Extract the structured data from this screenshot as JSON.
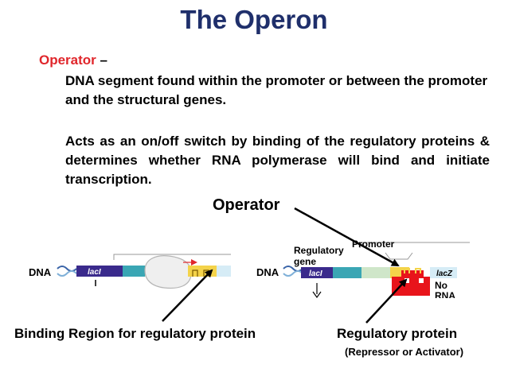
{
  "title": "The Operon",
  "definition": {
    "term": "Operator",
    "dash": " –",
    "paragraph1": "DNA segment found within the promoter or between the promoter and the structural genes.",
    "paragraph2": "Acts as an on/off switch by binding of the regulatory proteins & determines whether RNA polymerase will bind and initiate transcription."
  },
  "labels": {
    "operator": "Operator",
    "binding_region": "Binding Region for regulatory protein",
    "regulatory_protein": "Regulatory protein",
    "repressor_or_activator": "(Repressor or Activator)"
  },
  "left_diagram": {
    "dna_label": "DNA",
    "gene_label": "lacI"
  },
  "right_diagram": {
    "dna_label": "DNA",
    "gene_label": "lacI",
    "regulatory_gene_line1": "Regulatory",
    "regulatory_gene_line2": "gene",
    "promoter_label": "Promoter",
    "lacz_label": "lacZ",
    "no_label": "No",
    "rna_label": "RNA"
  },
  "colors": {
    "title": "#1f2f6b",
    "operator_term": "#e0262b",
    "lacI_gene": "#3a2a8c",
    "teal_segment": "#3aa6b4",
    "promoter_segment": "#cfe6c9",
    "operator_segment": "#f4d34a",
    "repressor": "#e8141b",
    "lacZ_segment": "#d6ecf6"
  }
}
